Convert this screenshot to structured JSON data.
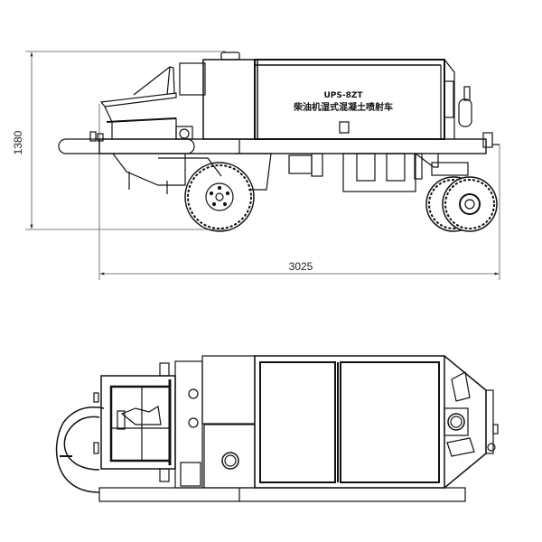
{
  "drawing": {
    "side_view": {
      "model_label": "UPS-8ZT",
      "name_label": "柴油机湿式混凝土喷射车",
      "height_dimension": "1380",
      "length_dimension": "3025"
    },
    "top_view": {}
  },
  "colors": {
    "line": "#111111",
    "dimension_line": "#555555",
    "background": "#ffffff"
  }
}
